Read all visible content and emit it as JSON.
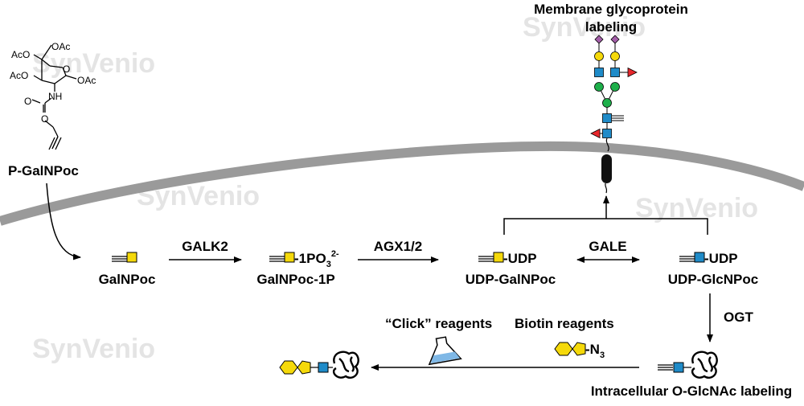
{
  "watermark": "SynVenio",
  "reactions": {
    "galk2": "GALK2",
    "agx": "AGX1/2",
    "gale": "GALE",
    "ogt": "OGT"
  },
  "compounds": {
    "pgalnpoc": "P-GalNPoc",
    "galnpoc": "GalNPoc",
    "galnpoc1p": "GalNPoc-1P",
    "udpgalnpoc": "UDP-GalNPoc",
    "udpglcnpoc": "UDP-GlcNPoc",
    "phosphate": "-1PO",
    "phosphate_sub": "3",
    "phosphate_sup": "2-",
    "udp": "-UDP",
    "azide": "-N",
    "azide_sub": "3"
  },
  "structure": {
    "oac_top": "OAc",
    "aco_top": "AcO",
    "aco_left": "AcO",
    "oac_right": "OAc",
    "nh": "NH",
    "o_carbonyl": "O",
    "o_ester": "O",
    "o_ring": "O"
  },
  "labels": {
    "membrane_title_line1": "Membrane glycoprotein",
    "membrane_title_line2": "labeling",
    "click_reagents": "“Click” reagents",
    "biotin_reagents": "Biotin reagents",
    "intracellular": "Intracellular O-GlcNAc labeling"
  },
  "colors": {
    "galnac_yellow": "#f5d90a",
    "glcnac_blue": "#1f8bc8",
    "mannose_green": "#1eaf4a",
    "galactose_yellow": "#f5d90a",
    "sialic_purple": "#a35ea8",
    "fucose_red": "#e8272c",
    "membrane_gray": "#9a9a9a"
  }
}
